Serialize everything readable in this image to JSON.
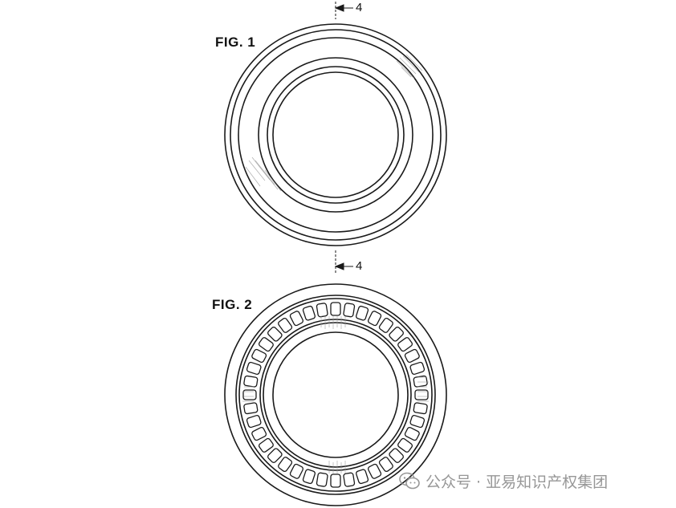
{
  "figures": {
    "fig1": {
      "label": "FIG. 1",
      "section_ref_top": "4",
      "section_ref_bottom": "4"
    },
    "fig2": {
      "label": "FIG. 2",
      "roller_count": 40
    }
  },
  "watermark": {
    "text": "公众号 · 亚易知识产权集团",
    "icon": "wechat-icon"
  },
  "colors": {
    "line": "#1a1a1a",
    "shade": "#9a9a9a",
    "watermark": "#8c8c8c"
  }
}
